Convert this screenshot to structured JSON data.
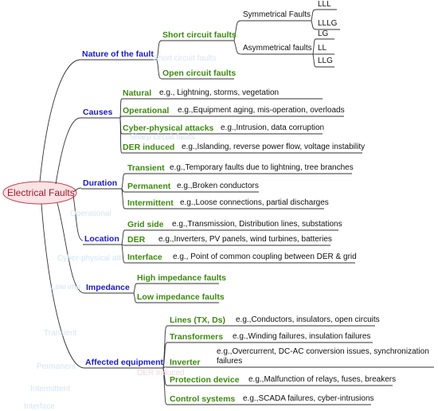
{
  "root": "Electrical Faults",
  "categories": {
    "nature": "Nature of the fault",
    "causes": "Causes",
    "duration": "Duration",
    "location": "Location",
    "impedance": "Impedance",
    "equipment": "Affected equipment"
  },
  "nature": {
    "short": "Short circuit faults",
    "open": "Open circuit faults",
    "symmetrical": "Symmetrical Faults",
    "asymmetrical": "Asymmetrical faults",
    "sym_types": [
      "LLL",
      "LLLG"
    ],
    "asym_types": [
      "LG",
      "LL",
      "LLG"
    ]
  },
  "causes": [
    {
      "label": "Natural",
      "example": "e.g., Lightning, storms, vegetation"
    },
    {
      "label": "Operational",
      "example": "e.g.,Equipment aging, mis-operation, overloads"
    },
    {
      "label": "Cyber-physical attacks",
      "example": "e.g.,Intrusion, data corruption"
    },
    {
      "label": "DER induced",
      "example": "e.g.,Islanding, reverse power flow, voltage instability"
    }
  ],
  "duration": [
    {
      "label": "Transient",
      "example": "e.g.,Temporary faults due to lightning, tree branches"
    },
    {
      "label": "Permanent",
      "example": "e.g.,Broken conductors"
    },
    {
      "label": "Intermittent",
      "example": "e.g.,Loose connections, partial discharges"
    }
  ],
  "location": [
    {
      "label": "Grid side",
      "example": "e.g.,Transmission, Distribution lines, substations"
    },
    {
      "label": "DER",
      "example": "e.g.,Inverters, PV panels, wind turbines, batteries"
    },
    {
      "label": "Interface",
      "example": "e.g., Point of common coupling between DER & grid"
    }
  ],
  "impedance": [
    {
      "label": "High impedance faults"
    },
    {
      "label": "Low impedance faults"
    }
  ],
  "equipment": [
    {
      "label": "Lines (TX, Ds)",
      "example": "e.g.,Conductors, insulators, open circuits"
    },
    {
      "label": "Transformers",
      "example": "e.g.,Winding failures, insulation failures"
    },
    {
      "label": "Inverter",
      "example": "e.g.,Overcurrent, DC-AC conversion issues, synchronization failures"
    },
    {
      "label": "Protection device",
      "example": "e.g.,Malfunction of relays, fuses, breakers"
    },
    {
      "label": "Control systems",
      "example": "e.g.,SCADA failures, cyber-intrusions"
    }
  ],
  "ghost_text": [
    "Short circuit faults",
    "Sharp circuit faults",
    "Operational",
    "Cyber-physical att",
    "Low imp",
    "Transient",
    "Permanent",
    "Intermittent",
    "DER Induced",
    "Interface"
  ],
  "colors": {
    "root": "#a0182a",
    "category": "#1a1ac8",
    "subcategory": "#3c8a0e",
    "branch": "#333333",
    "root_fill": "#fbe3e6"
  }
}
